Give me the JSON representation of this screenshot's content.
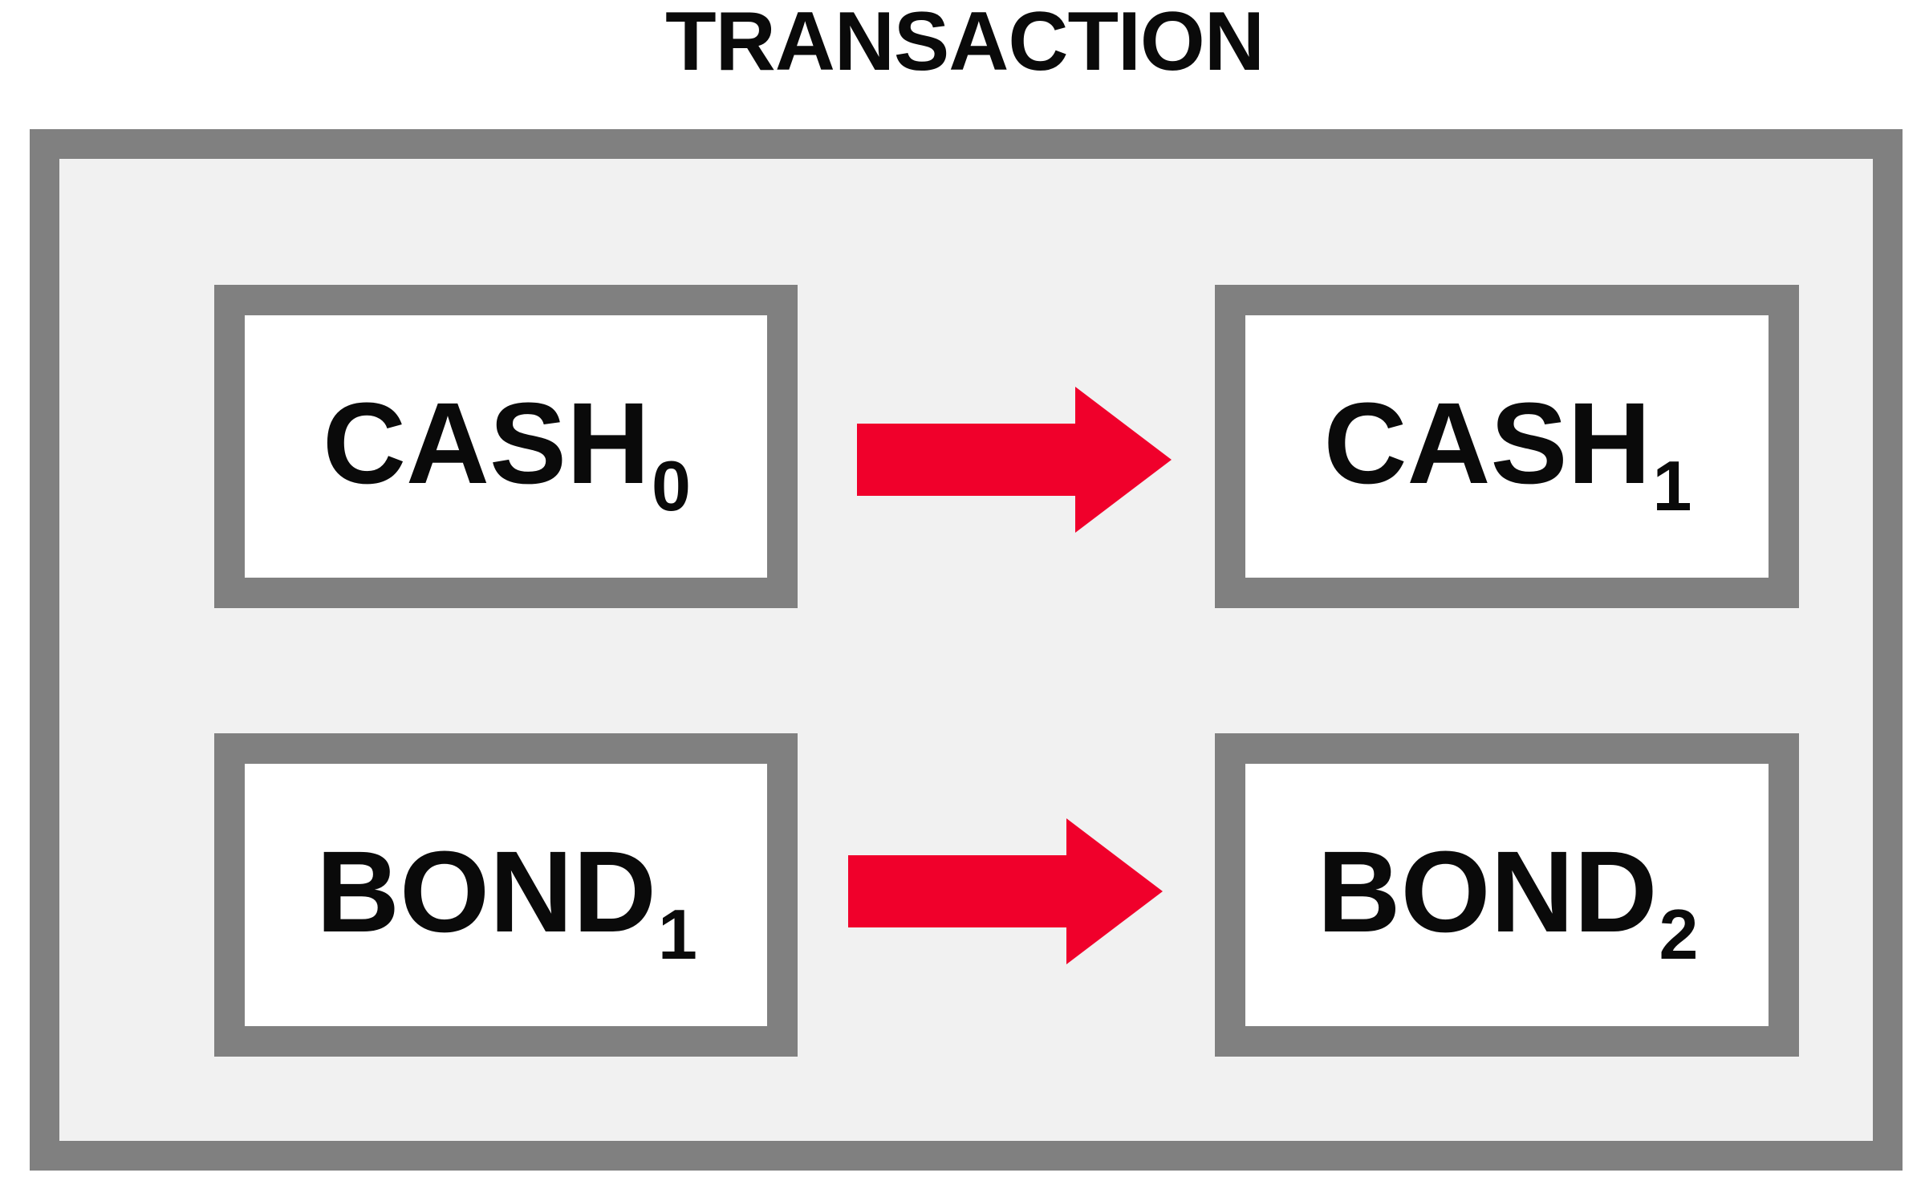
{
  "title": "TRANSACTION",
  "colors": {
    "frame_border": "#808080",
    "frame_fill": "#f1f1f1",
    "box_border": "#808080",
    "box_fill": "#ffffff",
    "arrow": "#F0002B",
    "text": "#0a0a0a",
    "page_background": "#ffffff"
  },
  "rows": [
    {
      "id": "cash",
      "before": {
        "base": "CASH",
        "subscript": "0",
        "full": "CASH0"
      },
      "arrow": {
        "icon": "right-arrow-icon",
        "direction": "right"
      },
      "after": {
        "base": "CASH",
        "subscript": "1",
        "full": "CASH1"
      }
    },
    {
      "id": "bond",
      "before": {
        "base": "BOND",
        "subscript": "1",
        "full": "BOND1"
      },
      "arrow": {
        "icon": "right-arrow-icon",
        "direction": "right"
      },
      "after": {
        "base": "BOND",
        "subscript": "2",
        "full": "BOND2"
      }
    }
  ]
}
